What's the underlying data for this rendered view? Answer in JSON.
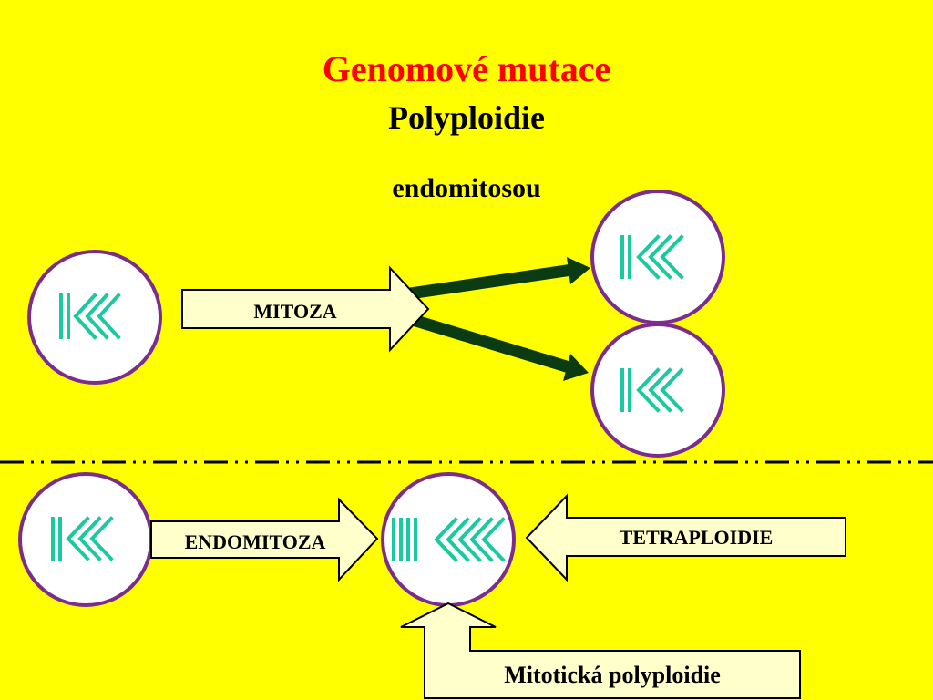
{
  "title": "Genomové mutace",
  "title_color": "#FF0000",
  "subtitle": "Polyploidie",
  "caption": "endomitosou",
  "colors": {
    "background": "#FFFF00",
    "cell_border": "#7B2C8C",
    "chromosome": "#1BC9A0",
    "arrow_fill": "#FFFFCC",
    "dark_arrow": "#0B3B12"
  },
  "top_row": {
    "arrow_label": "MITOZA"
  },
  "bottom_row": {
    "arrow_label": "ENDOMITOZA",
    "ploidy_label": "TETRAPLOIDIE",
    "mitotic_label": "Mitotická polyploidie"
  }
}
